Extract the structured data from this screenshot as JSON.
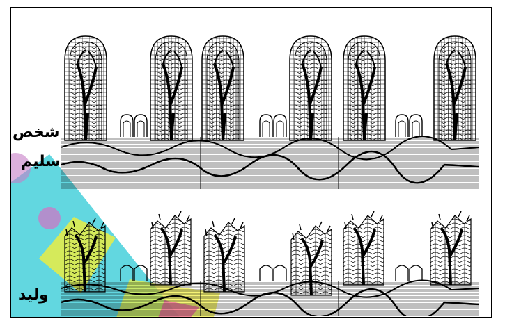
{
  "labels": {
    "healthy_line1": "شخص",
    "healthy_line2": "سليم",
    "baby": "وليد"
  },
  "colors": {
    "ink": "#000000",
    "watermark_cyan": "#2ec9d6",
    "watermark_yellow": "#f2ef3a",
    "watermark_purple": "#c77dc7",
    "watermark_pink": "#f25aa5"
  }
}
